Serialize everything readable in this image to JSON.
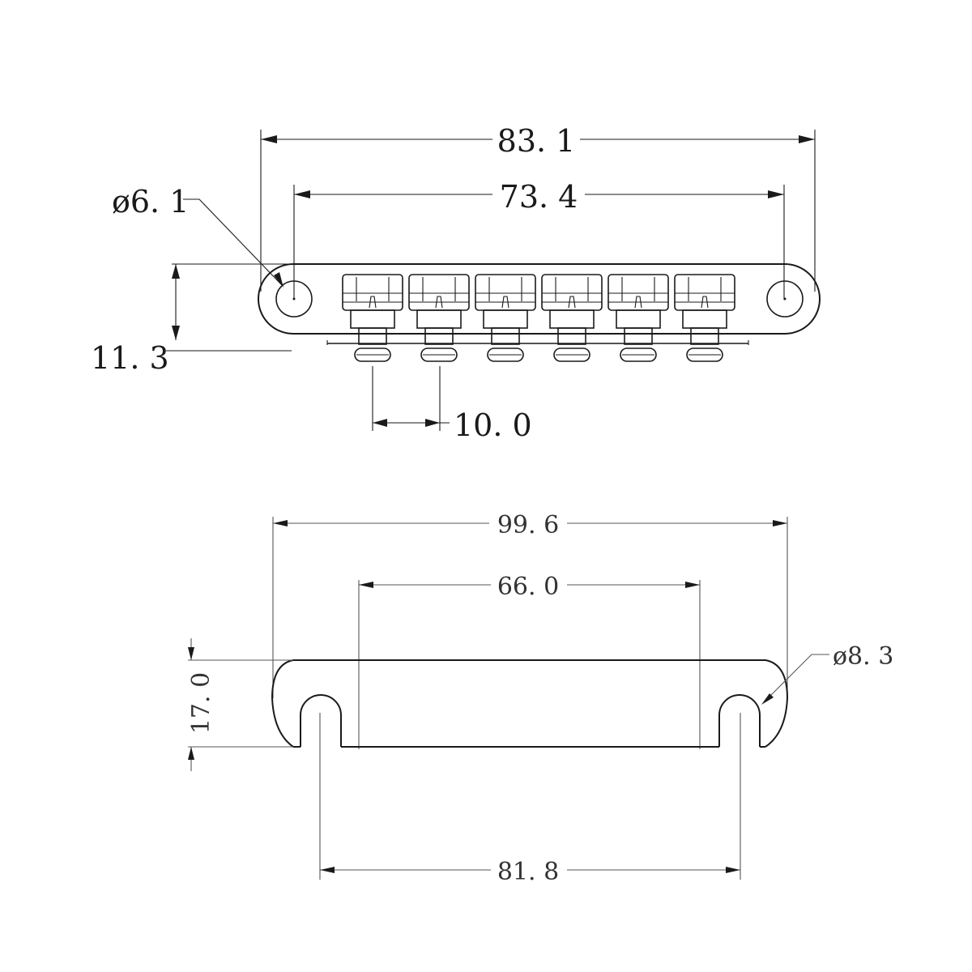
{
  "top_view": {
    "overall_width": "83. 1",
    "post_spacing": "73. 4",
    "post_hole_diameter": "ø6. 1",
    "height": "11. 3",
    "saddle_spacing": "10. 0",
    "saddle_count": 6
  },
  "bottom_view": {
    "overall_width": "99. 6",
    "inner_width": "66. 0",
    "slot_diameter": "ø8. 3",
    "height": "17. 0",
    "slot_spacing": "81. 8"
  }
}
